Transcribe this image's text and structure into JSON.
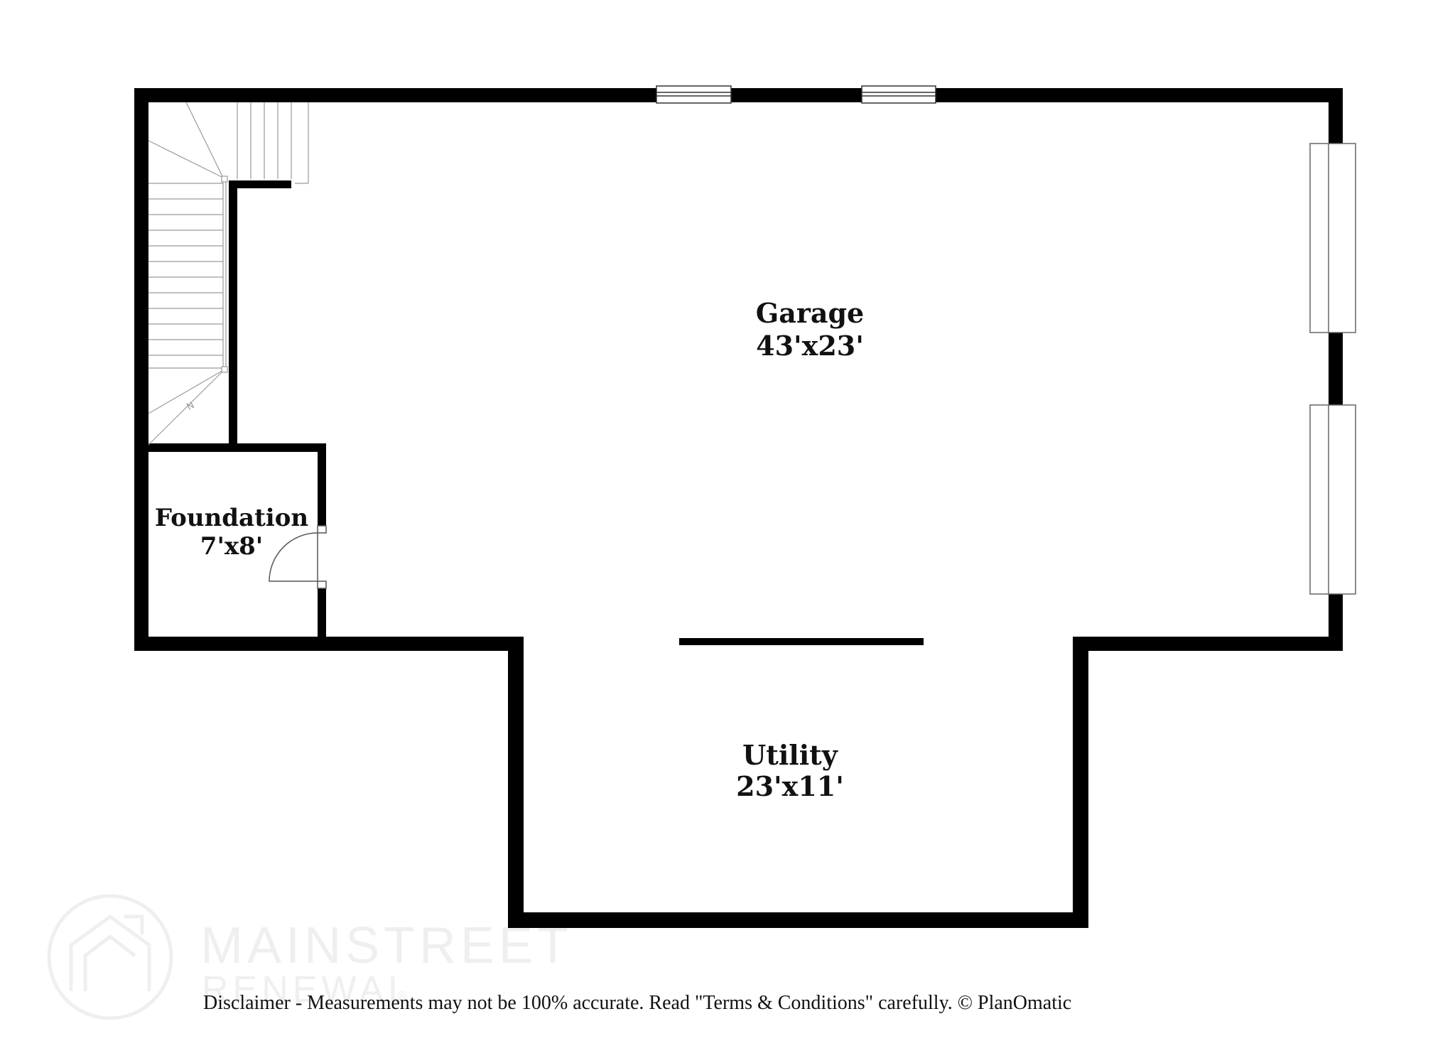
{
  "colors": {
    "wall": "#000000",
    "background": "#ffffff",
    "line": "#9a9a9a",
    "watermark": "#efefef",
    "text": "#111111"
  },
  "rooms": {
    "garage": {
      "name": "Garage",
      "dimensions": "43'x23'"
    },
    "foundation": {
      "name": "Foundation",
      "dimensions": "7'x8'"
    },
    "utility": {
      "name": "Utility",
      "dimensions": "23'x11'"
    }
  },
  "stairs_mark": "N",
  "watermark": {
    "line1": "MAINSTREET",
    "line2": "RENEWAL",
    "mark": "®",
    "icon": "house-arrow-logo-icon"
  },
  "disclaimer": "Disclaimer - Measurements may not be 100% accurate. Read \"Terms & Conditions\" carefully. © PlanOmatic"
}
